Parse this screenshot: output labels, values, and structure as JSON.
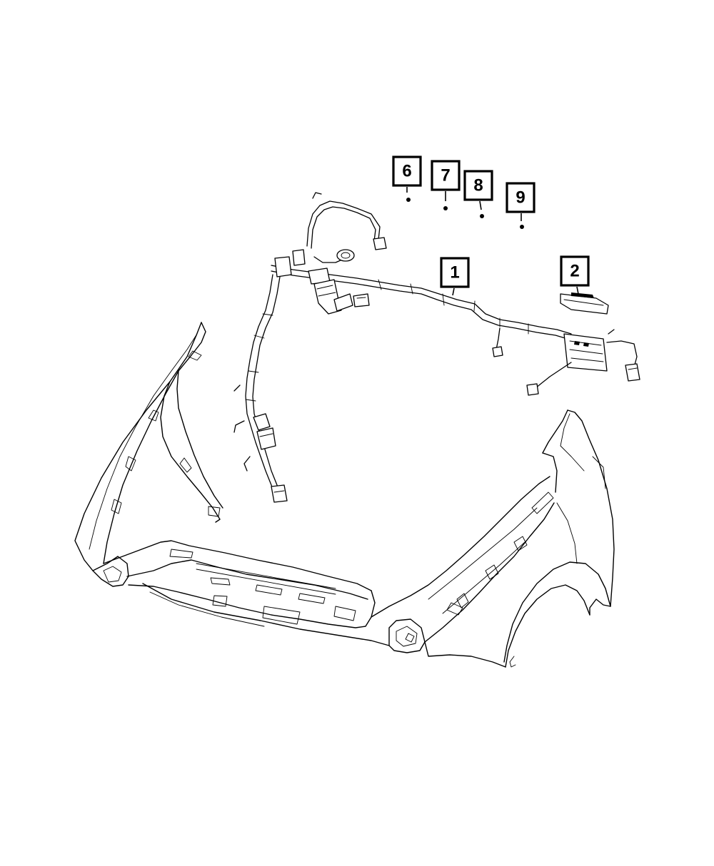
{
  "callouts": [
    {
      "id": "6",
      "label": "6"
    },
    {
      "id": "7",
      "label": "7"
    },
    {
      "id": "8",
      "label": "8"
    },
    {
      "id": "9",
      "label": "9"
    },
    {
      "id": "1",
      "label": "1"
    },
    {
      "id": "2",
      "label": "2"
    }
  ]
}
